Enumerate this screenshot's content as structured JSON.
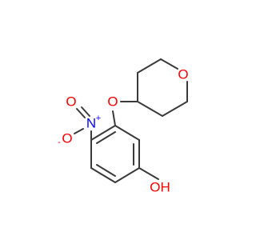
{
  "molecule": {
    "atoms": {
      "ring_oxygen": "O",
      "ether_oxygen": "O",
      "nitro_nitrogen": "N",
      "nitro_oxygen_top": "O",
      "nitro_oxygen_left": "O",
      "hydroxyl": "OH"
    },
    "charges": {
      "nitrogen": "+",
      "oxygen": "-"
    }
  },
  "colors": {
    "bond": "#3a3a3a",
    "oxygen": "#ff0000",
    "nitrogen": "#0000ff"
  }
}
